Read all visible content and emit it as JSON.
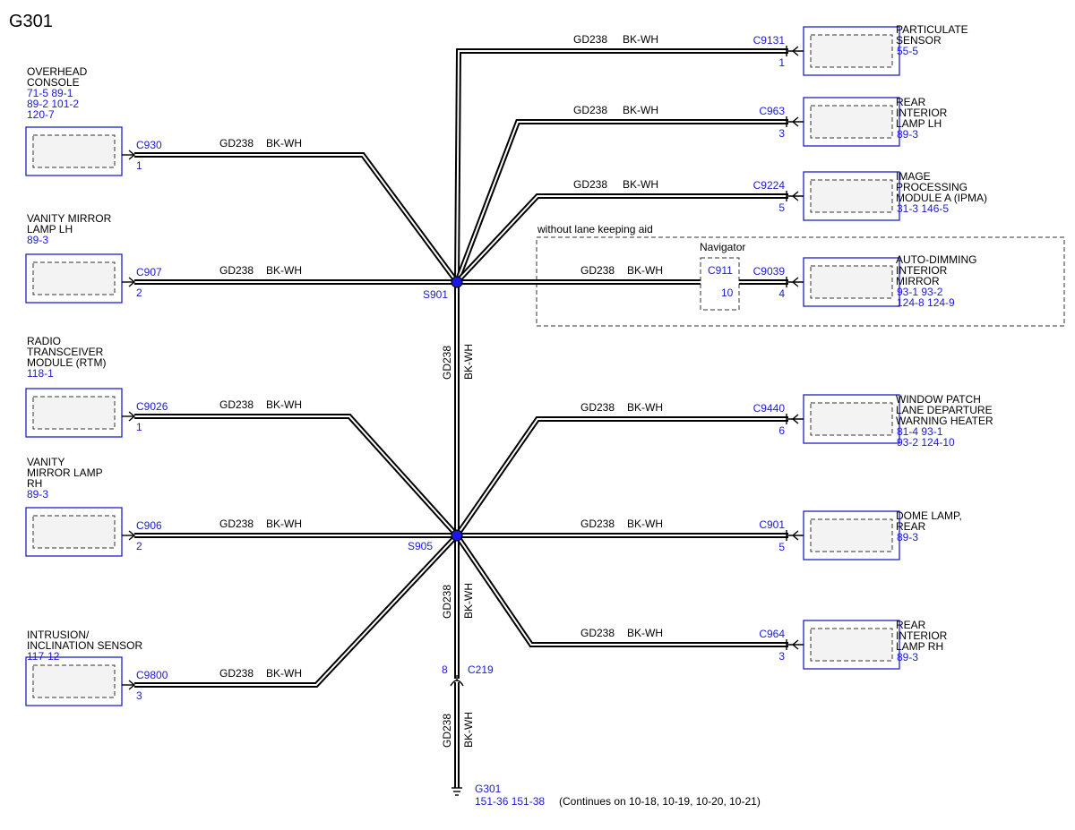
{
  "page_title": "G301",
  "wire": {
    "circuit": "GD238",
    "color": "BK-WH"
  },
  "splices": {
    "s901": "S901",
    "s905": "S905"
  },
  "left_modules": [
    {
      "id": "overhead-console",
      "name_lines": [
        "OVERHEAD",
        "CONSOLE"
      ],
      "ref_lines": [
        "71-5   89-1",
        "89-2   101-2",
        "120-7"
      ],
      "connector": "C930",
      "pin": "1"
    },
    {
      "id": "vanity-mirror-lamp-lh",
      "name_lines": [
        "VANITY MIRROR",
        "LAMP LH"
      ],
      "ref_lines": [
        "89-3"
      ],
      "connector": "C907",
      "pin": "2"
    },
    {
      "id": "radio-transceiver-module",
      "name_lines": [
        "RADIO",
        "TRANSCEIVER",
        "MODULE (RTM)"
      ],
      "ref_lines": [
        "118-1"
      ],
      "connector": "C9026",
      "pin": "1"
    },
    {
      "id": "vanity-mirror-lamp-rh",
      "name_lines": [
        "VANITY",
        "MIRROR LAMP",
        "RH"
      ],
      "ref_lines": [
        "89-3"
      ],
      "connector": "C906",
      "pin": "2"
    },
    {
      "id": "intrusion-inclination-sensor",
      "name_lines": [
        "INTRUSION/",
        "INCLINATION SENSOR"
      ],
      "ref_lines": [
        "117-12"
      ],
      "connector": "C9800",
      "pin": "3"
    }
  ],
  "right_modules": [
    {
      "id": "particulate-sensor",
      "name_lines": [
        "PARTICULATE",
        "SENSOR"
      ],
      "ref_lines": [
        "55-5"
      ],
      "connector": "C9131",
      "pin": "1"
    },
    {
      "id": "rear-interior-lamp-lh",
      "name_lines": [
        "REAR",
        "INTERIOR",
        "LAMP LH"
      ],
      "ref_lines": [
        "89-3"
      ],
      "connector": "C963",
      "pin": "3"
    },
    {
      "id": "image-processing-module-a",
      "name_lines": [
        "IMAGE",
        "PROCESSING",
        "MODULE A (IPMA)"
      ],
      "ref_lines": [
        "31-3   146-5"
      ],
      "connector": "C9224",
      "pin": "5"
    },
    {
      "id": "auto-dimming-interior-mirror",
      "name_lines": [
        "AUTO-DIMMING",
        "INTERIOR",
        "MIRROR"
      ],
      "ref_lines": [
        "93-1   93-2",
        "124-8   124-9"
      ],
      "connector": "C9039",
      "pin": "4"
    },
    {
      "id": "window-patch-heater",
      "name_lines": [
        "WINDOW PATCH",
        "LANE DEPARTURE",
        "WARNING HEATER"
      ],
      "ref_lines": [
        "81-4   93-1",
        "93-2     124-10"
      ],
      "connector": "C9440",
      "pin": "6"
    },
    {
      "id": "dome-lamp-rear",
      "name_lines": [
        "DOME LAMP,",
        "REAR"
      ],
      "ref_lines": [
        "89-3"
      ],
      "connector": "C901",
      "pin": "5"
    },
    {
      "id": "rear-interior-lamp-rh",
      "name_lines": [
        "REAR",
        "INTERIOR",
        "LAMP RH"
      ],
      "ref_lines": [
        "89-3"
      ],
      "connector": "C964",
      "pin": "3"
    }
  ],
  "option_box": {
    "label": "without lane keeping aid",
    "inline_title": "Navigator",
    "inline_connector": "C911",
    "inline_pin": "10"
  },
  "inline_connector": {
    "name": "C219",
    "pin": "8"
  },
  "ground": {
    "name": "G301",
    "refs": "151-36   151-38",
    "note": "(Continues on 10-18, 10-19, 10-20, 10-21)"
  }
}
